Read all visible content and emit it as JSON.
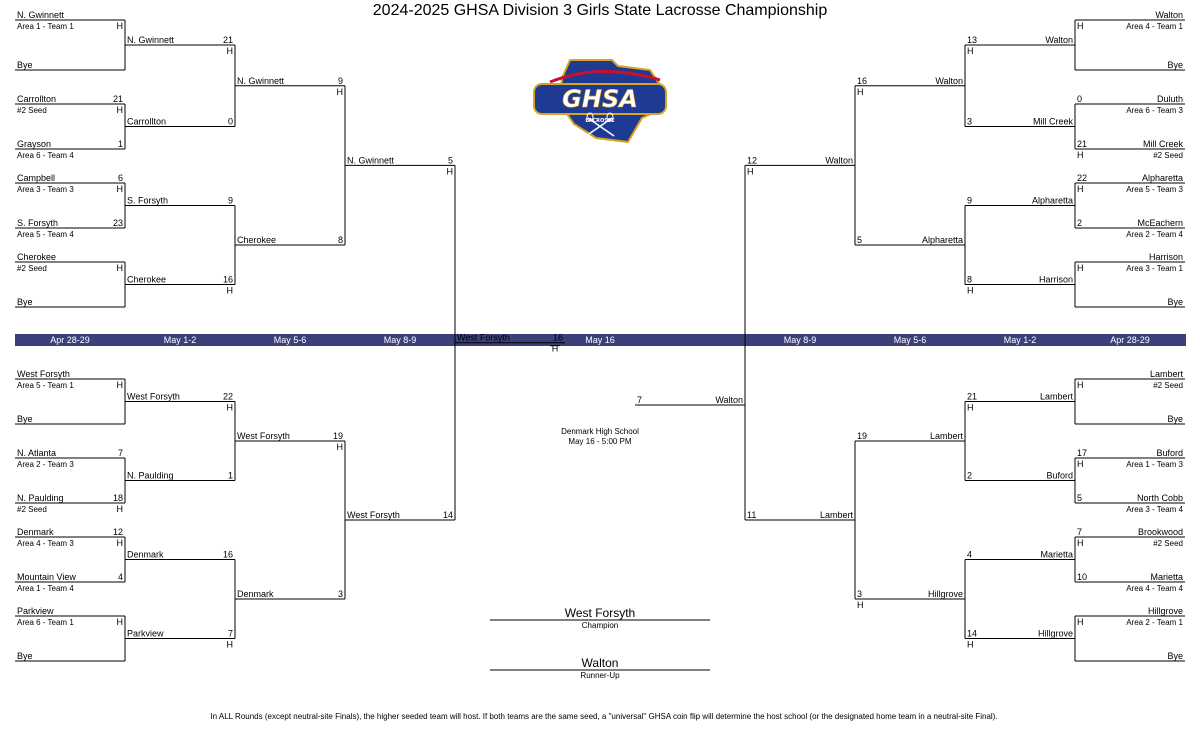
{
  "title": "2024-2025 GHSA Division 3 Girls State Lacrosse Championship",
  "logo": {
    "text": "GHSA",
    "subtext": "LACROSSE",
    "brand_blue": "#1f3a93",
    "brand_red": "#c8102e",
    "brand_gold": "#d9a520"
  },
  "band": {
    "color": "#3b3f7a",
    "dates_left": [
      "Apr 28-29",
      "May 1-2",
      "May 5-6",
      "May 8-9"
    ],
    "center": "May 16",
    "dates_right": [
      "May 8-9",
      "May 5-6",
      "May 1-2",
      "Apr 28-29"
    ]
  },
  "venue": {
    "name": "Denmark High School",
    "time": "May 16 - 5:00 PM"
  },
  "champion": {
    "name": "West Forsyth",
    "label": "Champion"
  },
  "runner_up": {
    "name": "Walton",
    "label": "Runner-Up"
  },
  "footnote": "In ALL Rounds (except neutral-site Finals), the higher seeded team will host. If both teams are the same seed, a \"universal\" GHSA coin flip will determine the host school (or the designated home team in a neutral-site Final).",
  "final": {
    "winner": "West Forsyth",
    "winner_score": "16",
    "winner_host": "H",
    "loser": "Walton",
    "loser_score": "7"
  },
  "top_left": {
    "r1": [
      {
        "team": "N. Gwinnett",
        "seed": "Area 1 -  Team 1",
        "host": "H"
      },
      {
        "team": "Bye"
      },
      {
        "team": "Carrollton",
        "seed": "#2 Seed",
        "score": "21",
        "host": "H"
      },
      {
        "team": "Grayson",
        "seed": "Area 6 - Team 4",
        "score": "1"
      },
      {
        "team": "Campbell",
        "seed": "Area 3 -  Team 3",
        "score": "6",
        "host": "H"
      },
      {
        "team": "S. Forsyth",
        "seed": "Area 5 - Team 4",
        "score": "23"
      },
      {
        "team": "Cherokee",
        "seed": "#2 Seed",
        "host": "H"
      },
      {
        "team": "Bye"
      }
    ],
    "r2": [
      {
        "team": "N. Gwinnett",
        "score": "21",
        "host": "H"
      },
      {
        "team": "Carrollton",
        "score": "0"
      },
      {
        "team": "S. Forsyth",
        "score": "9"
      },
      {
        "team": "Cherokee",
        "score": "16",
        "host": "H"
      }
    ],
    "r3": [
      {
        "team": "N. Gwinnett",
        "score": "9",
        "host": "H"
      },
      {
        "team": "Cherokee",
        "score": "8"
      }
    ],
    "r4": [
      {
        "team": "N. Gwinnett",
        "score": "5",
        "host": "H"
      }
    ]
  },
  "bottom_left": {
    "r1": [
      {
        "team": "West Forsyth",
        "seed": "Area 5 -  Team 1",
        "host": "H"
      },
      {
        "team": "Bye"
      },
      {
        "team": "N. Atlanta",
        "seed": "Area 2 -  Team 3",
        "score": "7"
      },
      {
        "team": "N. Paulding",
        "seed": "#2 Seed",
        "score": "18",
        "host": "H"
      },
      {
        "team": "Denmark",
        "seed": "Area 4 -  Team 3",
        "score": "12",
        "host": "H"
      },
      {
        "team": "Mountain View",
        "seed": "Area 1 - Team 4",
        "score": "4"
      },
      {
        "team": "Parkview",
        "seed": "Area 6 -  Team 1",
        "host": "H"
      },
      {
        "team": "Bye"
      }
    ],
    "r2": [
      {
        "team": "West Forsyth",
        "score": "22",
        "host": "H"
      },
      {
        "team": "N. Paulding",
        "score": "1"
      },
      {
        "team": "Denmark",
        "score": "16"
      },
      {
        "team": "Parkview",
        "score": "7",
        "host": "H"
      }
    ],
    "r3": [
      {
        "team": "West Forsyth",
        "score": "19",
        "host": "H"
      },
      {
        "team": "Denmark",
        "score": "3"
      }
    ],
    "r4": [
      {
        "team": "West Forsyth",
        "score": "14"
      }
    ]
  },
  "top_right": {
    "r1": [
      {
        "team": "Walton",
        "seed": "Area 4 -  Team 1",
        "host": "H"
      },
      {
        "team": "Bye"
      },
      {
        "team": "Duluth",
        "seed": "Area 6 -  Team 3",
        "score": "0"
      },
      {
        "team": "Mill Creek",
        "seed": "#2 Seed",
        "score": "21",
        "host": "H"
      },
      {
        "team": "Alpharetta",
        "seed": "Area 5 -  Team 3",
        "score": "22",
        "host": "H"
      },
      {
        "team": "McEachern",
        "seed": "Area 2 - Team 4",
        "score": "2"
      },
      {
        "team": "Harrison",
        "seed": "Area 3 -  Team 1",
        "host": "H"
      },
      {
        "team": "Bye"
      }
    ],
    "r2": [
      {
        "team": "Walton",
        "score": "13",
        "host": "H"
      },
      {
        "team": "Mill Creek",
        "score": "3"
      },
      {
        "team": "Alpharetta",
        "score": "9"
      },
      {
        "team": "Harrison",
        "score": "8",
        "host": "H"
      }
    ],
    "r3": [
      {
        "team": "Walton",
        "score": "16",
        "host": "H"
      },
      {
        "team": "Alpharetta",
        "score": "5"
      }
    ],
    "r4": [
      {
        "team": "Walton",
        "score": "12",
        "host": "H"
      }
    ]
  },
  "bottom_right": {
    "r1": [
      {
        "team": "Lambert",
        "seed": "#2 Seed",
        "host": "H"
      },
      {
        "team": "Bye"
      },
      {
        "team": "Buford",
        "seed": "Area 1 - Team 3",
        "score": "17",
        "host": "H"
      },
      {
        "team": "North Cobb",
        "seed": "Area 3 - Team 4",
        "score": "5"
      },
      {
        "team": "Brookwood",
        "seed": "#2 Seed",
        "score": "7",
        "host": "H"
      },
      {
        "team": "Marietta",
        "seed": "Area 4 - Team 4",
        "score": "10"
      },
      {
        "team": "Hillgrove",
        "seed": "Area 2 -  Team 1",
        "host": "H"
      },
      {
        "team": "Bye"
      }
    ],
    "r2": [
      {
        "team": "Lambert",
        "score": "21",
        "host": "H"
      },
      {
        "team": "Buford",
        "score": "2"
      },
      {
        "team": "Marietta",
        "score": "4"
      },
      {
        "team": "Hillgrove",
        "score": "14",
        "host": "H"
      }
    ],
    "r3": [
      {
        "team": "Lambert",
        "score": "19"
      },
      {
        "team": "Hillgrove",
        "score": "3",
        "host": "H"
      }
    ],
    "r4": [
      {
        "team": "Lambert",
        "score": "11"
      }
    ]
  }
}
